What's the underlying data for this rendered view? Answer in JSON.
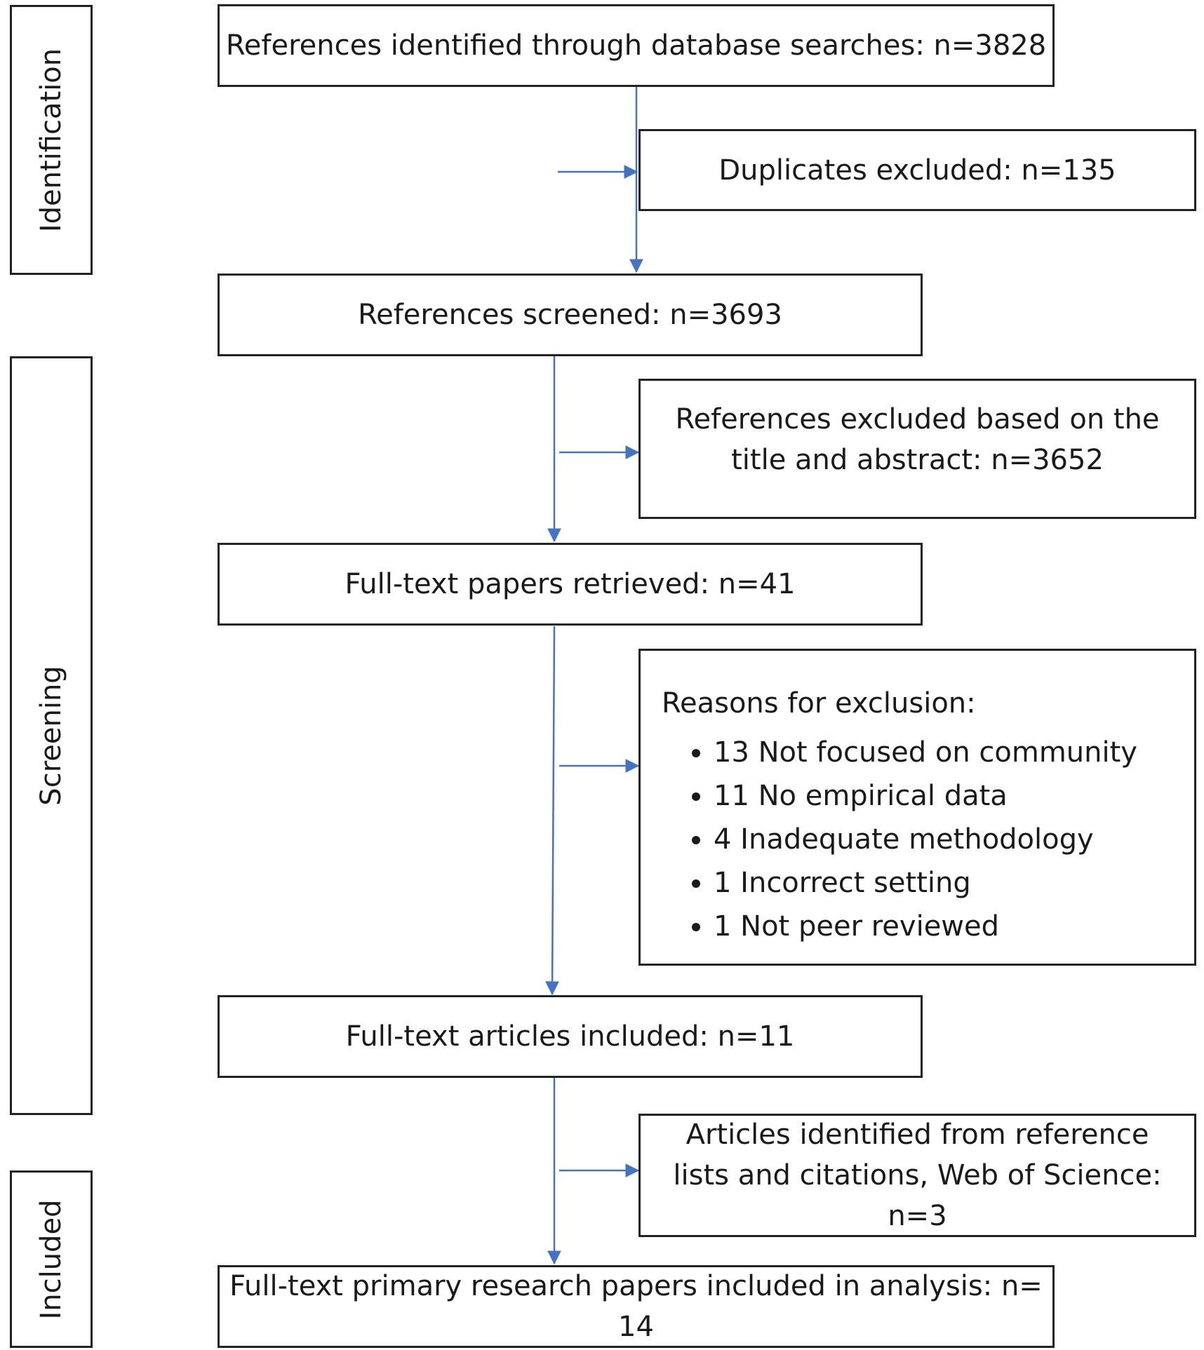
{
  "stages": {
    "identification": "Identification",
    "screening": "Screening",
    "included": "Included"
  },
  "boxes": {
    "identified": "References identified through database searches: n=3828",
    "duplicates": "Duplicates excluded: n=135",
    "screened": "References screened: n=3693",
    "excluded_title_abstract": "References excluded based on the title and abstract: n=3652",
    "fulltext_retrieved": "Full-text papers retrieved: n=41",
    "fulltext_included": "Full-text articles included: n=11",
    "additional": "Articles identified from reference lists and citations, Web of Science: n=3",
    "final": "Full-text primary research papers included in analysis: n= 14"
  },
  "exclusion": {
    "title": "Reasons for exclusion:",
    "reasons": [
      "13 Not focused on community",
      "11 No empirical data",
      "4 Inadequate methodology",
      "1 Incorrect setting",
      "1 Not peer reviewed"
    ]
  },
  "colors": {
    "arrow": "#4472C4",
    "border": "#222222"
  }
}
